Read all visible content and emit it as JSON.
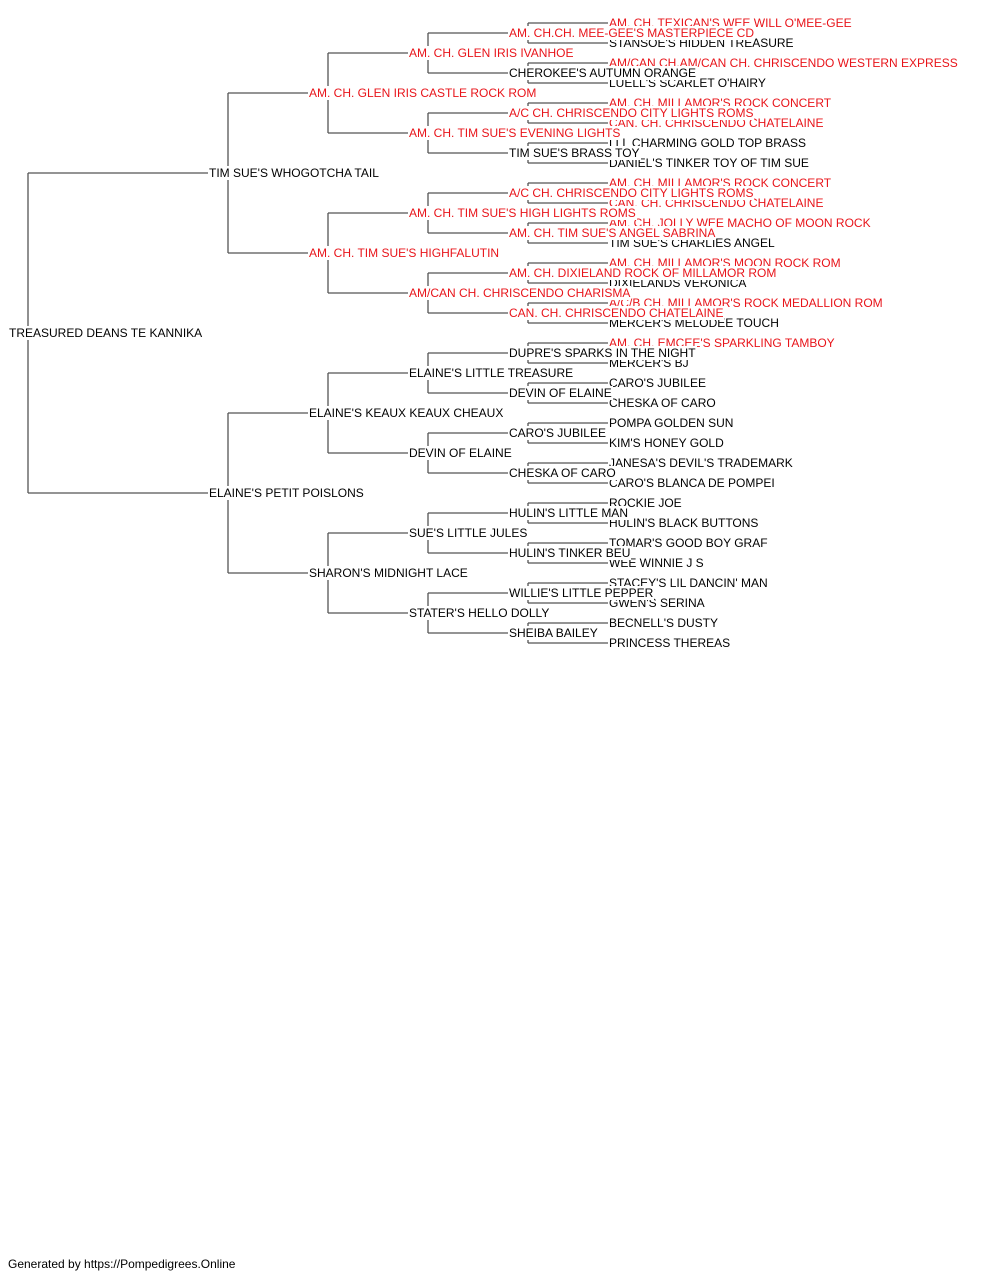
{
  "pedigree": {
    "subject": {
      "name": "TREASURED DEANS TE KANNIKA",
      "champion": false
    },
    "sire": {
      "name": "TIM SUE'S WHOGOTCHA TAIL",
      "champion": false,
      "sire": {
        "name": "AM. CH. GLEN IRIS CASTLE ROCK ROM",
        "champion": true,
        "sire": {
          "name": "AM. CH. GLEN IRIS IVANHOE",
          "champion": true,
          "sire": {
            "name": "AM. CH.CH. MEE-GEE'S MASTERPIECE CD",
            "champion": true,
            "sire": {
              "name": "AM. CH. TEXICAN'S WEE WILL O'MEE-GEE",
              "champion": true
            },
            "dam": {
              "name": "STANSOE'S HIDDEN TREASURE",
              "champion": false
            }
          },
          "dam": {
            "name": "CHEROKEE'S AUTUMN ORANGE",
            "champion": false,
            "sire": {
              "name": "AM/CAN CH.AM/CAN CH. CHRISCENDO WESTERN EXPRESS",
              "champion": true
            },
            "dam": {
              "name": "LUELL'S SCARLET O'HAIRY",
              "champion": false
            }
          }
        },
        "dam": {
          "name": "AM. CH. TIM SUE'S EVENING LIGHTS",
          "champion": true,
          "sire": {
            "name": "A/C CH. CHRISCENDO CITY LIGHTS ROMS",
            "champion": true,
            "sire": {
              "name": "AM. CH. MILLAMOR'S ROCK CONCERT",
              "champion": true
            },
            "dam": {
              "name": "CAN. CH. CHRISCENDO CHATELAINE",
              "champion": true
            }
          },
          "dam": {
            "name": "TIM SUE'S BRASS TOY",
            "champion": false,
            "sire": {
              "name": "LLL CHARMING GOLD TOP BRASS",
              "champion": false
            },
            "dam": {
              "name": "DANIEL'S TINKER TOY OF TIM SUE",
              "champion": false
            }
          }
        }
      },
      "dam": {
        "name": "AM. CH. TIM SUE'S HIGHFALUTIN",
        "champion": true,
        "sire": {
          "name": "AM. CH. TIM SUE'S HIGH LIGHTS ROMS",
          "champion": true,
          "sire": {
            "name": "A/C CH. CHRISCENDO CITY LIGHTS ROMS",
            "champion": true,
            "sire": {
              "name": "AM. CH. MILLAMOR'S ROCK CONCERT",
              "champion": true
            },
            "dam": {
              "name": "CAN. CH. CHRISCENDO CHATELAINE",
              "champion": true
            }
          },
          "dam": {
            "name": "AM. CH. TIM SUE'S ANGEL SABRINA",
            "champion": true,
            "sire": {
              "name": "AM. CH. JOLLY WEE MACHO OF MOON ROCK",
              "champion": true
            },
            "dam": {
              "name": "TIM SUE'S CHARLIES ANGEL",
              "champion": false
            }
          }
        },
        "dam": {
          "name": "AM/CAN CH. CHRISCENDO CHARISMA",
          "champion": true,
          "sire": {
            "name": "AM. CH. DIXIELAND ROCK OF MILLAMOR ROM",
            "champion": true,
            "sire": {
              "name": "AM. CH. MILLAMOR'S MOON ROCK ROM",
              "champion": true
            },
            "dam": {
              "name": "DIXIELANDS VERONICA",
              "champion": false
            }
          },
          "dam": {
            "name": "CAN. CH. CHRISCENDO CHATELAINE",
            "champion": true,
            "sire": {
              "name": "A/C/B CH. MILLAMOR'S ROCK MEDALLION ROM",
              "champion": true
            },
            "dam": {
              "name": "MERCER'S MELODEE TOUCH",
              "champion": false
            }
          }
        }
      }
    },
    "dam": {
      "name": "ELAINE'S PETIT POISLONS",
      "champion": false,
      "sire": {
        "name": "ELAINE'S KEAUX KEAUX CHEAUX",
        "champion": false,
        "sire": {
          "name": "ELAINE'S LITTLE TREASURE",
          "champion": false,
          "sire": {
            "name": "DUPRE'S SPARKS IN THE NIGHT",
            "champion": false,
            "sire": {
              "name": "AM. CH. EMCEE'S SPARKLING TAMBOY",
              "champion": true
            },
            "dam": {
              "name": "MERCER'S BJ",
              "champion": false
            }
          },
          "dam": {
            "name": "DEVIN OF ELAINE",
            "champion": false,
            "sire": {
              "name": "CARO'S JUBILEE",
              "champion": false
            },
            "dam": {
              "name": "CHESKA OF CARO",
              "champion": false
            }
          }
        },
        "dam": {
          "name": "DEVIN OF ELAINE",
          "champion": false,
          "sire": {
            "name": "CARO'S JUBILEE",
            "champion": false,
            "sire": {
              "name": "POMPA GOLDEN SUN",
              "champion": false
            },
            "dam": {
              "name": "KIM'S HONEY GOLD",
              "champion": false
            }
          },
          "dam": {
            "name": "CHESKA OF CARO",
            "champion": false,
            "sire": {
              "name": "JANESA'S DEVIL'S TRADEMARK",
              "champion": false
            },
            "dam": {
              "name": "CARO'S BLANCA DE POMPEI",
              "champion": false
            }
          }
        }
      },
      "dam": {
        "name": "SHARON'S MIDNIGHT LACE",
        "champion": false,
        "sire": {
          "name": "SUE'S LITTLE JULES",
          "champion": false,
          "sire": {
            "name": "HULIN'S LITTLE MAN",
            "champion": false,
            "sire": {
              "name": "ROCKIE JOE",
              "champion": false
            },
            "dam": {
              "name": "HULIN'S BLACK BUTTONS",
              "champion": false
            }
          },
          "dam": {
            "name": "HULIN'S TINKER BEU",
            "champion": false,
            "sire": {
              "name": "TOMAR'S GOOD BOY GRAF",
              "champion": false
            },
            "dam": {
              "name": "WEE WINNIE J S",
              "champion": false
            }
          }
        },
        "dam": {
          "name": "STATER'S HELLO DOLLY",
          "champion": false,
          "sire": {
            "name": "WILLIE'S LITTLE PEPPER",
            "champion": false,
            "sire": {
              "name": "STACEY'S LIL DANCIN' MAN",
              "champion": false
            },
            "dam": {
              "name": "GWEN'S SERINA",
              "champion": false
            }
          },
          "dam": {
            "name": "SHEIBA BAILEY",
            "champion": false,
            "sire": {
              "name": "BECNELL'S DUSTY",
              "champion": false
            },
            "dam": {
              "name": "PRINCESS THEREAS",
              "champion": false
            }
          }
        }
      }
    }
  },
  "colors": {
    "champion": "#e8141a",
    "regular": "#000000",
    "line": "#555555"
  },
  "footer": "Generated by https://Pompedigrees.Online"
}
